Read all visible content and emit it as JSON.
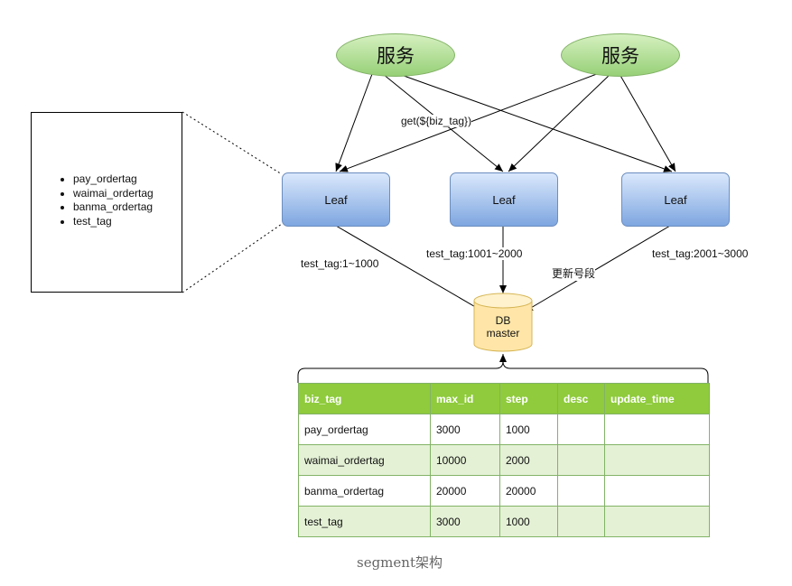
{
  "services": [
    "服务",
    "服务"
  ],
  "leaves": [
    "Leaf",
    "Leaf",
    "Leaf"
  ],
  "tag_list": [
    "pay_ordertag",
    "waimai_ordertag",
    "banma_ordertag",
    "test_tag"
  ],
  "labels": {
    "get": "get(${biz_tag})",
    "range1": "test_tag:1~1000",
    "range2": "test_tag:1001~2000",
    "range3": "test_tag:2001~3000",
    "update": "更新号段"
  },
  "db": {
    "line1": "DB",
    "line2": "master"
  },
  "table": {
    "headers": [
      "biz_tag",
      "max_id",
      "step",
      "desc",
      "update_time"
    ],
    "rows": [
      [
        "pay_ordertag",
        "3000",
        "1000",
        "",
        ""
      ],
      [
        "waimai_ordertag",
        "10000",
        "2000",
        "",
        ""
      ],
      [
        "banma_ordertag",
        "20000",
        "20000",
        "",
        ""
      ],
      [
        "test_tag",
        "3000",
        "1000",
        "",
        ""
      ]
    ]
  },
  "caption": "segment架构",
  "colors": {
    "service_fill": "#97d077",
    "leaf_fill": "#7ea6e0",
    "db_fill": "#ffe6a8",
    "table_header": "#8fcb3c",
    "table_alt_row": "#e4f1d5"
  }
}
